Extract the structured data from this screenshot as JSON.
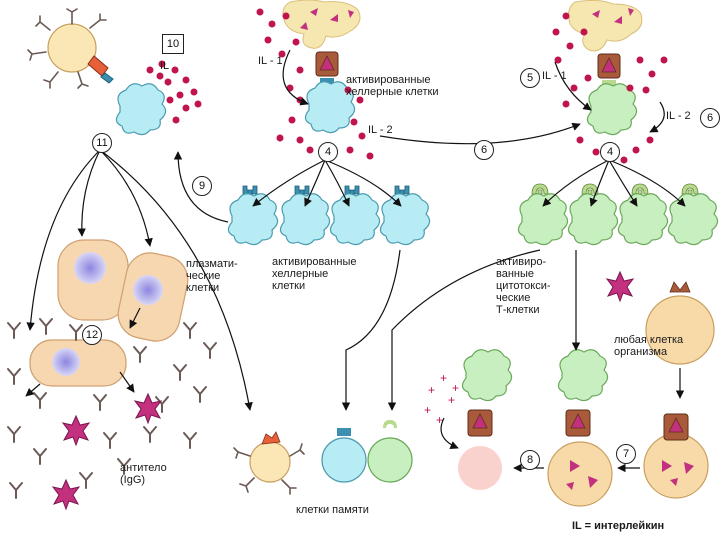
{
  "labels": {
    "activated_helper_top": "активированные\nхеллерные клетки",
    "activated_helper_mid": "активированные\nхеллерные\nклетки",
    "plasma_cells": "плазмати-\nческие\nклетки",
    "activated_cytotoxic": "активиро-\nванные\nцитотокси-\nческие\nТ-клетки",
    "any_cell": "любая клетка\nорганизма",
    "antibody": "антитело\n(IgG)",
    "memory_cells": "клетки памяти",
    "il_legend": "IL = интерлейкин",
    "il": "IL",
    "il1_left": "IL - 1",
    "il1_right": "IL - 1",
    "il2_left": "IL - 2",
    "il2_right": "IL - 2"
  },
  "step_numbers": {
    "n4a": "4",
    "n4b": "4",
    "n5": "5",
    "n6": "6",
    "n6b": "6",
    "n7": "7",
    "n8": "8",
    "n9": "9",
    "n10": "10",
    "n11": "11",
    "n12": "12"
  },
  "colors": {
    "helper_cell": "#b8ecf4",
    "cytotoxic_cell": "#c8efc0",
    "interleukin_dot": "#c0144c",
    "antigen_cell": "#f4c9e2",
    "plasma_cell": "#f6d7b0",
    "plasma_nucleus": "#b9b7e8",
    "target_cell": "#f8d9a8",
    "macrophage": "#fbe7b5",
    "receptor": "#3b8fb0",
    "antibody": "#6b5a55"
  }
}
